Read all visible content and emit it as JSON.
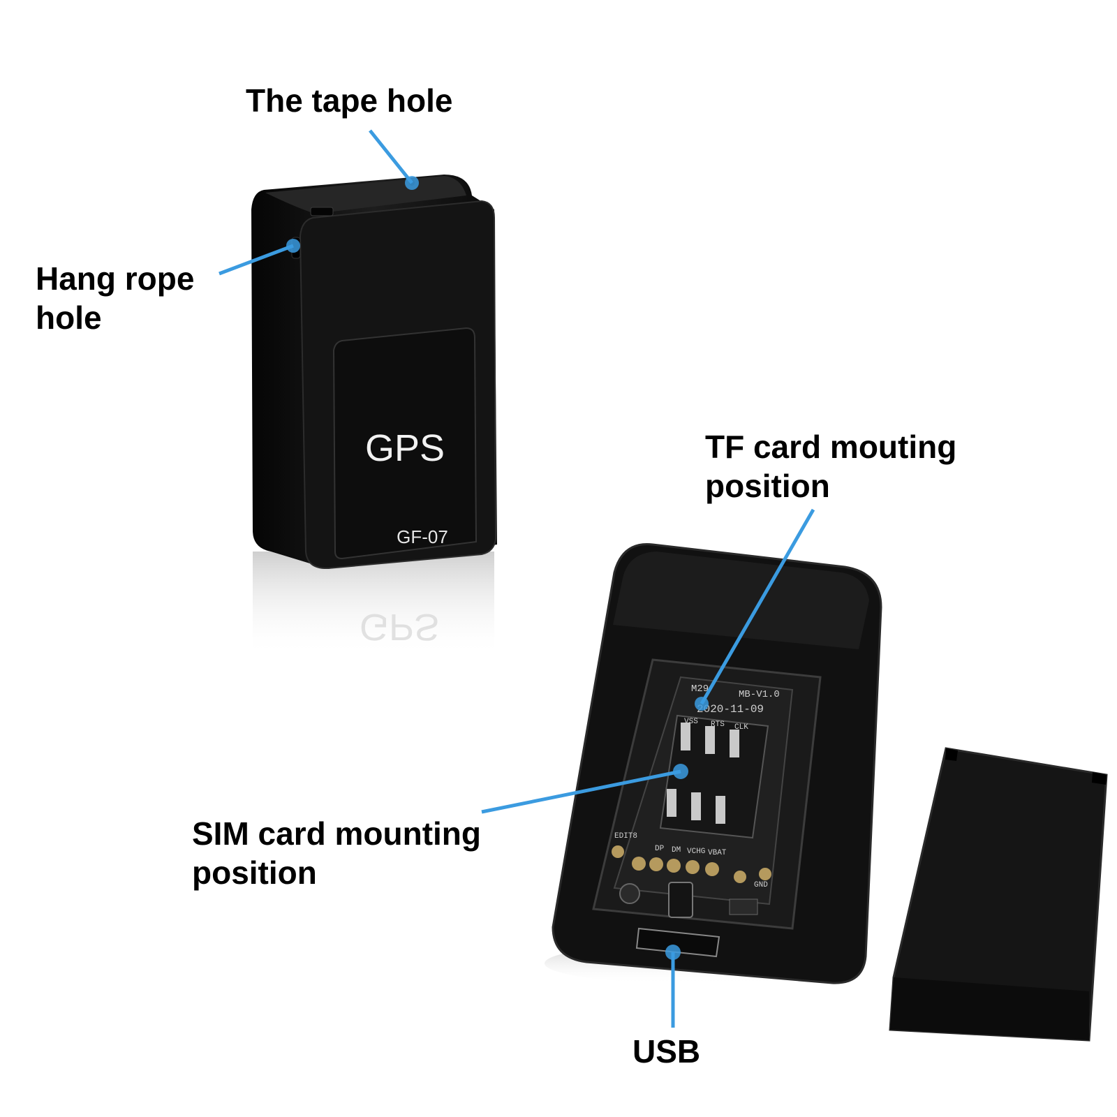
{
  "callouts": {
    "tape_hole": "The tape hole",
    "hang_rope_line1": "Hang rope",
    "hang_rope_line2": "hole",
    "tf_line1": "TF card mouting",
    "tf_line2": "position",
    "sim_line1": "SIM card mounting",
    "sim_line2": "position",
    "usb": "USB"
  },
  "device_front": {
    "brand_text": "GPS",
    "model_text": "GF-07"
  },
  "pcb": {
    "board_id_left": "M29",
    "board_id_right": "MB-V1.0",
    "date": "2020-11-09",
    "pins_top": [
      "VSS",
      "RTS",
      "CLK"
    ],
    "pins_bottom": [
      "DP",
      "DM",
      "VCHG",
      "VBAT"
    ],
    "pad_left": "EDIT8",
    "pad_right": "GND"
  },
  "colors": {
    "leader_line": "#3b9be0",
    "device_body": "#121212",
    "pcb": "#1c1c1c",
    "gold_pad": "#b59a5e",
    "text_label": "#000000"
  }
}
